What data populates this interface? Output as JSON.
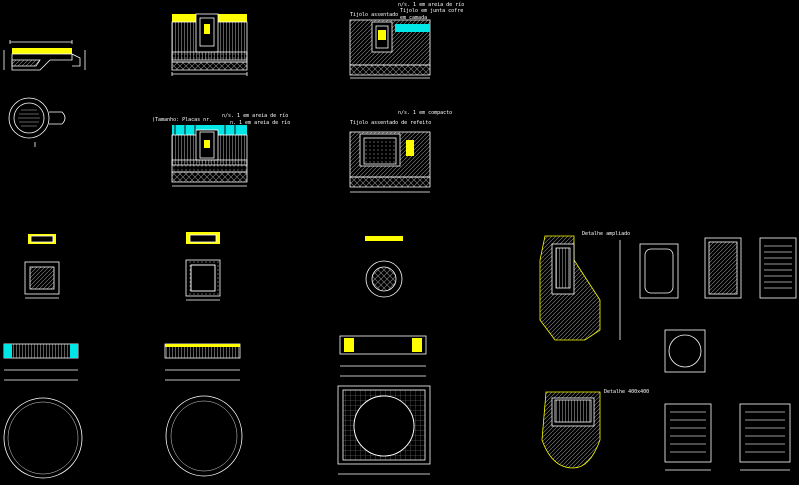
{
  "colors": {
    "background": "#000000",
    "line": "#ffffff",
    "hatch": "#9a9a9a",
    "accent_yellow": "#ffff00",
    "accent_cyan": "#00e5e5",
    "accent_blue": "#3a6bff"
  },
  "annotations": {
    "trench_1_note_a": "n/s. 1 em areia de río",
    "trench_1_note_b": "Tijolo em junta cofre",
    "trench_1_note_c": "em camada",
    "trench_1_caption": "Tijolo assentado",
    "trench_2_note_a": "n/s. 1 em areia de río",
    "trench_2_caption": "(Tamanho: Placas nr.",
    "trench_2_caption_b": "n. 1 em areia de río",
    "trench_3_note_a": "n/s. 1 em compacto",
    "trench_3_caption": "Tijolo assentado de refeito",
    "enlarged_1": "Detalhe ampliado",
    "enlarged_2": "Detalhe 400x400"
  }
}
